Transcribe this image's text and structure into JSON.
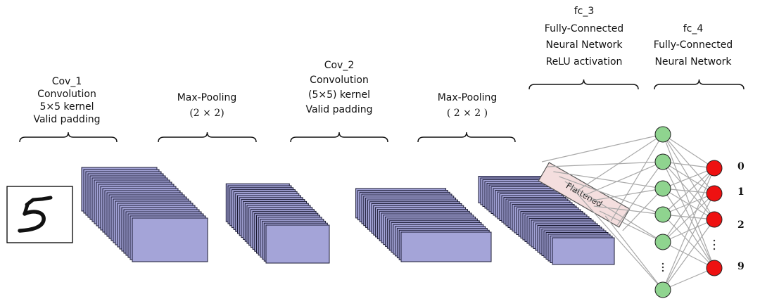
{
  "labels": {
    "cov1": [
      "Cov_1",
      "Convolution",
      "5×5 kernel",
      "Valid padding"
    ],
    "pool1": [
      "Max-Pooling",
      "(2 × 2)"
    ],
    "cov2": [
      "Cov_2",
      "Convolution",
      "(5×5) kernel",
      "Valid padding"
    ],
    "pool2": [
      "Max-Pooling",
      "( 2 × 2 )"
    ],
    "fc3": [
      "fc_3",
      "Fully-Connected",
      "Neural Network",
      "ReLU activation"
    ],
    "fc4": [
      "fc_4",
      "Fully-Connected",
      "Neural Network"
    ]
  },
  "flattened_label": "Flattened",
  "outputs": [
    "0",
    "1",
    "2",
    "9"
  ],
  "colors": {
    "feature_map": "#a4a4d8",
    "flattened": "#f4dede",
    "hidden_node": "#8fd48f",
    "output_node": "#ee1111",
    "edge": "#a8a8a8"
  }
}
